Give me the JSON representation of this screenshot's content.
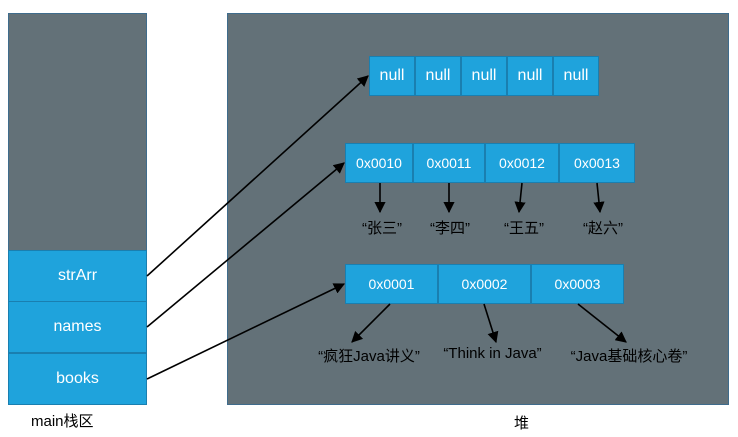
{
  "stack": {
    "caption": "main栈区",
    "vars": [
      "strArr",
      "names",
      "books"
    ]
  },
  "heap": {
    "caption": "堆",
    "null_array": [
      "null",
      "null",
      "null",
      "null",
      "null"
    ],
    "names_array": [
      "0x0010",
      "0x0011",
      "0x0012",
      "0x0013"
    ],
    "names_strings": [
      "“张三”",
      "“李四”",
      "“王五”",
      "“赵六”"
    ],
    "books_array": [
      "0x0001",
      "0x0002",
      "0x0003"
    ],
    "books_strings": [
      "“疯狂Java讲义”",
      "“Think in Java”",
      "“Java基础核心卷”"
    ]
  }
}
